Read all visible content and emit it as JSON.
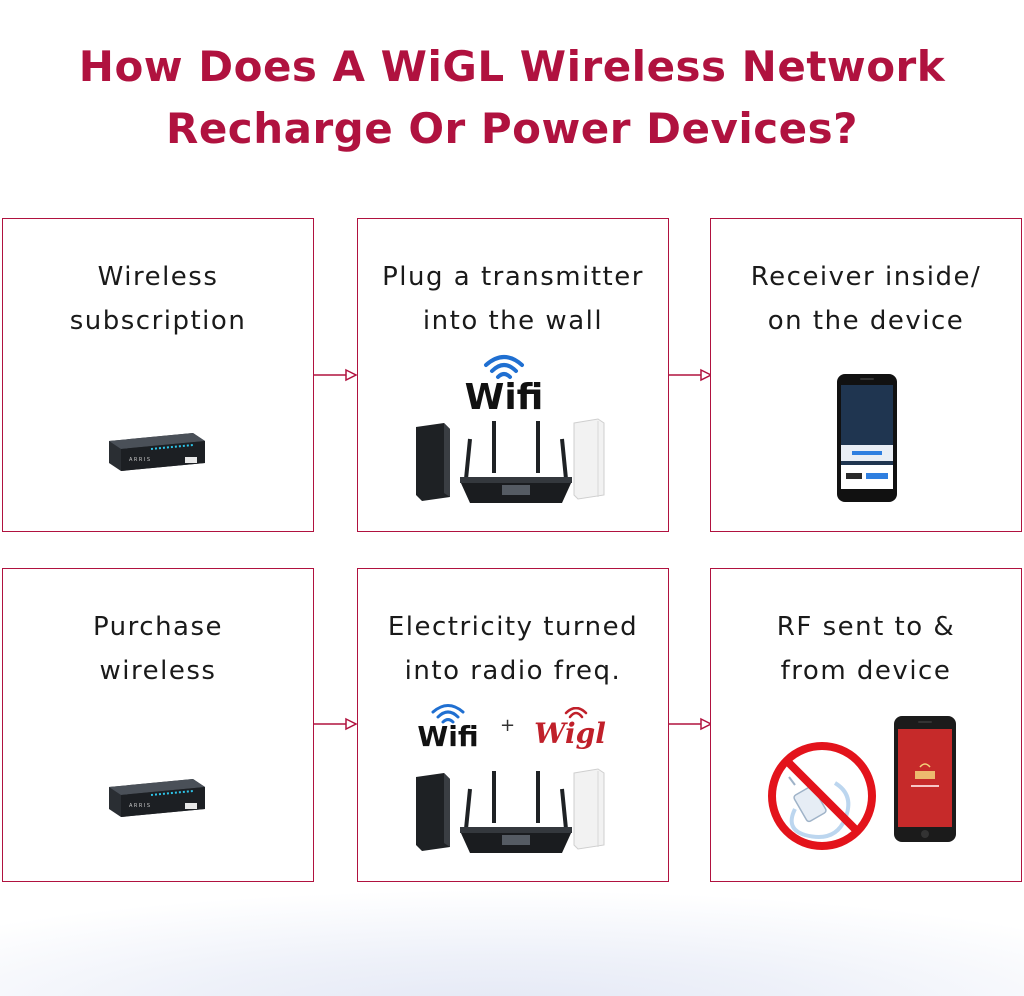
{
  "title": {
    "line1": "How Does A WiGL Wireless Network",
    "line2": "Recharge Or Power Devices?"
  },
  "steps": [
    {
      "line1": "Wireless",
      "line2": "subscription",
      "icon": "modem-icon"
    },
    {
      "line1": "Plug a transmitter",
      "line2": "into the wall",
      "icon": "wifi-router-icon",
      "wifi_text": "Wifi"
    },
    {
      "line1": "Receiver inside/",
      "line2": "on the device",
      "icon": "smartphone-icon"
    },
    {
      "line1": "Purchase",
      "line2": "wireless",
      "icon": "modem-icon"
    },
    {
      "line1": "Electricity turned",
      "line2": "into radio freq.",
      "icon": "wifi-router-icon",
      "wifi_text": "Wifi",
      "plus": "+",
      "wigl_text": "Wigl"
    },
    {
      "line1": "RF sent to &",
      "line2": "from device",
      "icon": "no-charger-icon"
    }
  ],
  "modem_brand": "ARRIS",
  "colors": {
    "accent": "#b0123f",
    "wifi_blue": "#1f6fd1",
    "wigl_red": "#c0202a"
  }
}
